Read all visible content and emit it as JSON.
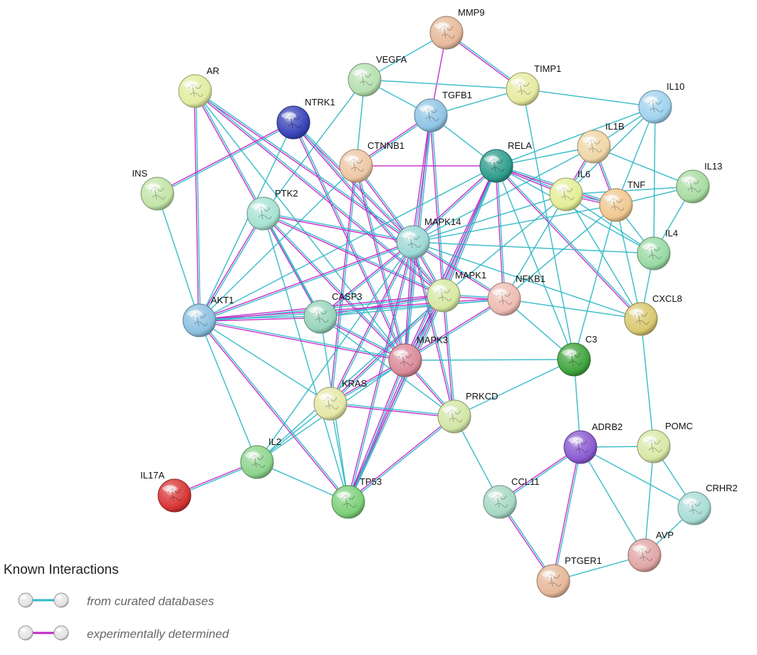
{
  "colors": {
    "curated": "#2fb8c6",
    "experimental": "#c227c9"
  },
  "nodes": [
    {
      "id": "MMP9",
      "label": "MMP9",
      "color": "#e6b99a"
    },
    {
      "id": "VEGFA",
      "label": "VEGFA",
      "color": "#b6e0b0"
    },
    {
      "id": "TIMP1",
      "label": "TIMP1",
      "color": "#e5eaa0"
    },
    {
      "id": "AR",
      "label": "AR",
      "color": "#e2eca0"
    },
    {
      "id": "NTRK1",
      "label": "NTRK1",
      "color": "#3844b8"
    },
    {
      "id": "TGFB1",
      "label": "TGFB1",
      "color": "#8fc4e4"
    },
    {
      "id": "IL10",
      "label": "IL10",
      "color": "#9fd2ee"
    },
    {
      "id": "IL1B",
      "label": "IL1B",
      "color": "#f0d6a6"
    },
    {
      "id": "CTNNB1",
      "label": "CTNNB1",
      "color": "#edc7a4"
    },
    {
      "id": "RELA",
      "label": "RELA",
      "color": "#2e9c8c"
    },
    {
      "id": "INS",
      "label": "INS",
      "color": "#c2e4a8"
    },
    {
      "id": "IL6",
      "label": "IL6",
      "color": "#e4ee96"
    },
    {
      "id": "TNF",
      "label": "TNF",
      "color": "#f0c890"
    },
    {
      "id": "IL13",
      "label": "IL13",
      "color": "#a8dca2"
    },
    {
      "id": "PTK2",
      "label": "PTK2",
      "color": "#a6e2d2"
    },
    {
      "id": "MAPK14",
      "label": "MAPK14",
      "color": "#9cd8d6"
    },
    {
      "id": "IL4",
      "label": "IL4",
      "color": "#98daa4"
    },
    {
      "id": "MAPK1",
      "label": "MAPK1",
      "color": "#d6e8a2"
    },
    {
      "id": "NFKB1",
      "label": "NFKB1",
      "color": "#edbcb2"
    },
    {
      "id": "AKT1",
      "label": "AKT1",
      "color": "#8cc0e0"
    },
    {
      "id": "CASP3",
      "label": "CASP3",
      "color": "#98d4bc"
    },
    {
      "id": "CXCL8",
      "label": "CXCL8",
      "color": "#d8c870"
    },
    {
      "id": "MAPK3",
      "label": "MAPK3",
      "color": "#d98a98"
    },
    {
      "id": "C3",
      "label": "C3",
      "color": "#3fa43c"
    },
    {
      "id": "KRAS",
      "label": "KRAS",
      "color": "#e4e8a6"
    },
    {
      "id": "PRKCD",
      "label": "PRKCD",
      "color": "#d2e6a6"
    },
    {
      "id": "ADRB2",
      "label": "ADRB2",
      "color": "#8a5ad0"
    },
    {
      "id": "POMC",
      "label": "POMC",
      "color": "#d8e8a6"
    },
    {
      "id": "IL2",
      "label": "IL2",
      "color": "#8cd48c"
    },
    {
      "id": "IL17A",
      "label": "IL17A",
      "color": "#d83434"
    },
    {
      "id": "TP53",
      "label": "TP53",
      "color": "#7cd07a"
    },
    {
      "id": "CCL11",
      "label": "CCL11",
      "color": "#a6d8c4"
    },
    {
      "id": "CRHR2",
      "label": "CRHR2",
      "color": "#a8dcd6"
    },
    {
      "id": "AVP",
      "label": "AVP",
      "color": "#e0a6a6"
    },
    {
      "id": "PTGER1",
      "label": "PTGER1",
      "color": "#e6b898"
    }
  ],
  "edges": [
    [
      "MMP9",
      "VEGFA",
      "c"
    ],
    [
      "MMP9",
      "TIMP1",
      "ce"
    ],
    [
      "MMP9",
      "TGFB1",
      "e"
    ],
    [
      "VEGFA",
      "TIMP1",
      "c"
    ],
    [
      "VEGFA",
      "TGFB1",
      "c"
    ],
    [
      "VEGFA",
      "PTK2",
      "c"
    ],
    [
      "VEGFA",
      "CTNNB1",
      "c"
    ],
    [
      "TIMP1",
      "TGFB1",
      "c"
    ],
    [
      "TIMP1",
      "IL10",
      "c"
    ],
    [
      "TIMP1",
      "C3",
      "c"
    ],
    [
      "AR",
      "AKT1",
      "ce"
    ],
    [
      "AR",
      "CASP3",
      "ce"
    ],
    [
      "AR",
      "MAPK14",
      "ce"
    ],
    [
      "AR",
      "MAPK1",
      "ce"
    ],
    [
      "AR",
      "MAPK3",
      "c"
    ],
    [
      "NTRK1",
      "INS",
      "ce"
    ],
    [
      "NTRK1",
      "MAPK14",
      "ce"
    ],
    [
      "NTRK1",
      "MAPK1",
      "ce"
    ],
    [
      "NTRK1",
      "MAPK3",
      "ce"
    ],
    [
      "NTRK1",
      "AKT1",
      "c"
    ],
    [
      "TGFB1",
      "CTNNB1",
      "ce"
    ],
    [
      "TGFB1",
      "RELA",
      "c"
    ],
    [
      "TGFB1",
      "MAPK14",
      "ce"
    ],
    [
      "TGFB1",
      "MAPK1",
      "ce"
    ],
    [
      "TGFB1",
      "MAPK3",
      "ce"
    ],
    [
      "IL10",
      "IL6",
      "c"
    ],
    [
      "IL10",
      "TNF",
      "c"
    ],
    [
      "IL10",
      "IL4",
      "c"
    ],
    [
      "IL10",
      "IL1B",
      "c"
    ],
    [
      "IL10",
      "RELA",
      "c"
    ],
    [
      "IL1B",
      "IL6",
      "ce"
    ],
    [
      "IL1B",
      "TNF",
      "ce"
    ],
    [
      "IL1B",
      "IL13",
      "c"
    ],
    [
      "IL1B",
      "RELA",
      "c"
    ],
    [
      "IL1B",
      "MAPK14",
      "c"
    ],
    [
      "CTNNB1",
      "RELA",
      "e"
    ],
    [
      "CTNNB1",
      "MAPK14",
      "ce"
    ],
    [
      "CTNNB1",
      "KRAS",
      "ce"
    ],
    [
      "CTNNB1",
      "AKT1",
      "c"
    ],
    [
      "CTNNB1",
      "MAPK3",
      "ce"
    ],
    [
      "RELA",
      "NFKB1",
      "ce"
    ],
    [
      "RELA",
      "IL6",
      "ce"
    ],
    [
      "RELA",
      "TNF",
      "ce"
    ],
    [
      "RELA",
      "MAPK14",
      "ce"
    ],
    [
      "RELA",
      "MAPK1",
      "ce"
    ],
    [
      "RELA",
      "MAPK3",
      "ce"
    ],
    [
      "RELA",
      "CXCL8",
      "ce"
    ],
    [
      "RELA",
      "AKT1",
      "c"
    ],
    [
      "RELA",
      "TP53",
      "ce"
    ],
    [
      "RELA",
      "IL4",
      "c"
    ],
    [
      "RELA",
      "C3",
      "c"
    ],
    [
      "INS",
      "AKT1",
      "c"
    ],
    [
      "IL6",
      "TNF",
      "ce"
    ],
    [
      "IL6",
      "IL4",
      "c"
    ],
    [
      "IL6",
      "CXCL8",
      "c"
    ],
    [
      "IL6",
      "MAPK14",
      "c"
    ],
    [
      "IL6",
      "MAPK1",
      "c"
    ],
    [
      "IL6",
      "NFKB1",
      "c"
    ],
    [
      "IL6",
      "IL13",
      "c"
    ],
    [
      "TNF",
      "IL13",
      "c"
    ],
    [
      "TNF",
      "IL4",
      "c"
    ],
    [
      "TNF",
      "CXCL8",
      "c"
    ],
    [
      "TNF",
      "NFKB1",
      "c"
    ],
    [
      "TNF",
      "MAPK14",
      "c"
    ],
    [
      "TNF",
      "C3",
      "c"
    ],
    [
      "IL13",
      "IL4",
      "c"
    ],
    [
      "PTK2",
      "MAPK14",
      "ce"
    ],
    [
      "PTK2",
      "MAPK1",
      "ce"
    ],
    [
      "PTK2",
      "MAPK3",
      "ce"
    ],
    [
      "PTK2",
      "AKT1",
      "ce"
    ],
    [
      "PTK2",
      "TP53",
      "c"
    ],
    [
      "PTK2",
      "CASP3",
      "c"
    ],
    [
      "MAPK14",
      "MAPK1",
      "ce"
    ],
    [
      "MAPK14",
      "MAPK3",
      "ce"
    ],
    [
      "MAPK14",
      "AKT1",
      "ce"
    ],
    [
      "MAPK14",
      "CASP3",
      "ce"
    ],
    [
      "MAPK14",
      "TP53",
      "ce"
    ],
    [
      "MAPK14",
      "KRAS",
      "ce"
    ],
    [
      "MAPK14",
      "IL2",
      "c"
    ],
    [
      "MAPK14",
      "PRKCD",
      "ce"
    ],
    [
      "MAPK14",
      "NFKB1",
      "ce"
    ],
    [
      "IL4",
      "CXCL8",
      "c"
    ],
    [
      "IL4",
      "MAPK14",
      "c"
    ],
    [
      "MAPK1",
      "MAPK3",
      "ce"
    ],
    [
      "MAPK1",
      "NFKB1",
      "ce"
    ],
    [
      "MAPK1",
      "AKT1",
      "ce"
    ],
    [
      "MAPK1",
      "CASP3",
      "ce"
    ],
    [
      "MAPK1",
      "TP53",
      "ce"
    ],
    [
      "MAPK1",
      "KRAS",
      "ce"
    ],
    [
      "MAPK1",
      "PRKCD",
      "ce"
    ],
    [
      "MAPK1",
      "IL2",
      "c"
    ],
    [
      "NFKB1",
      "CXCL8",
      "c"
    ],
    [
      "NFKB1",
      "C3",
      "c"
    ],
    [
      "NFKB1",
      "MAPK3",
      "ce"
    ],
    [
      "NFKB1",
      "CASP3",
      "c"
    ],
    [
      "NFKB1",
      "AKT1",
      "ce"
    ],
    [
      "AKT1",
      "CASP3",
      "ce"
    ],
    [
      "AKT1",
      "MAPK3",
      "ce"
    ],
    [
      "AKT1",
      "TP53",
      "ce"
    ],
    [
      "AKT1",
      "IL2",
      "c"
    ],
    [
      "AKT1",
      "KRAS",
      "c"
    ],
    [
      "CASP3",
      "MAPK3",
      "ce"
    ],
    [
      "CASP3",
      "TP53",
      "c"
    ],
    [
      "CASP3",
      "PRKCD",
      "c"
    ],
    [
      "CXCL8",
      "POMC",
      "c"
    ],
    [
      "CXCL8",
      "MAPK14",
      "c"
    ],
    [
      "MAPK3",
      "KRAS",
      "ce"
    ],
    [
      "MAPK3",
      "TP53",
      "ce"
    ],
    [
      "MAPK3",
      "PRKCD",
      "ce"
    ],
    [
      "MAPK3",
      "C3",
      "c"
    ],
    [
      "MAPK3",
      "IL2",
      "c"
    ],
    [
      "C3",
      "ADRB2",
      "c"
    ],
    [
      "C3",
      "PRKCD",
      "c"
    ],
    [
      "KRAS",
      "PRKCD",
      "ce"
    ],
    [
      "KRAS",
      "TP53",
      "c"
    ],
    [
      "KRAS",
      "IL2",
      "c"
    ],
    [
      "PRKCD",
      "TP53",
      "ce"
    ],
    [
      "PRKCD",
      "CCL11",
      "c"
    ],
    [
      "ADRB2",
      "POMC",
      "c"
    ],
    [
      "ADRB2",
      "CCL11",
      "ce"
    ],
    [
      "ADRB2",
      "PTGER1",
      "ce"
    ],
    [
      "ADRB2",
      "AVP",
      "c"
    ],
    [
      "ADRB2",
      "CRHR2",
      "c"
    ],
    [
      "POMC",
      "CRHR2",
      "c"
    ],
    [
      "POMC",
      "AVP",
      "c"
    ],
    [
      "IL2",
      "IL17A",
      "ce"
    ],
    [
      "IL2",
      "TP53",
      "c"
    ],
    [
      "CCL11",
      "PTGER1",
      "ce"
    ],
    [
      "CRHR2",
      "AVP",
      "c"
    ],
    [
      "AVP",
      "PTGER1",
      "c"
    ]
  ],
  "legend": {
    "title": "Known Interactions",
    "items": [
      {
        "kind": "curated",
        "label": "from curated databases"
      },
      {
        "kind": "experimental",
        "label": "experimentally determined"
      }
    ]
  }
}
